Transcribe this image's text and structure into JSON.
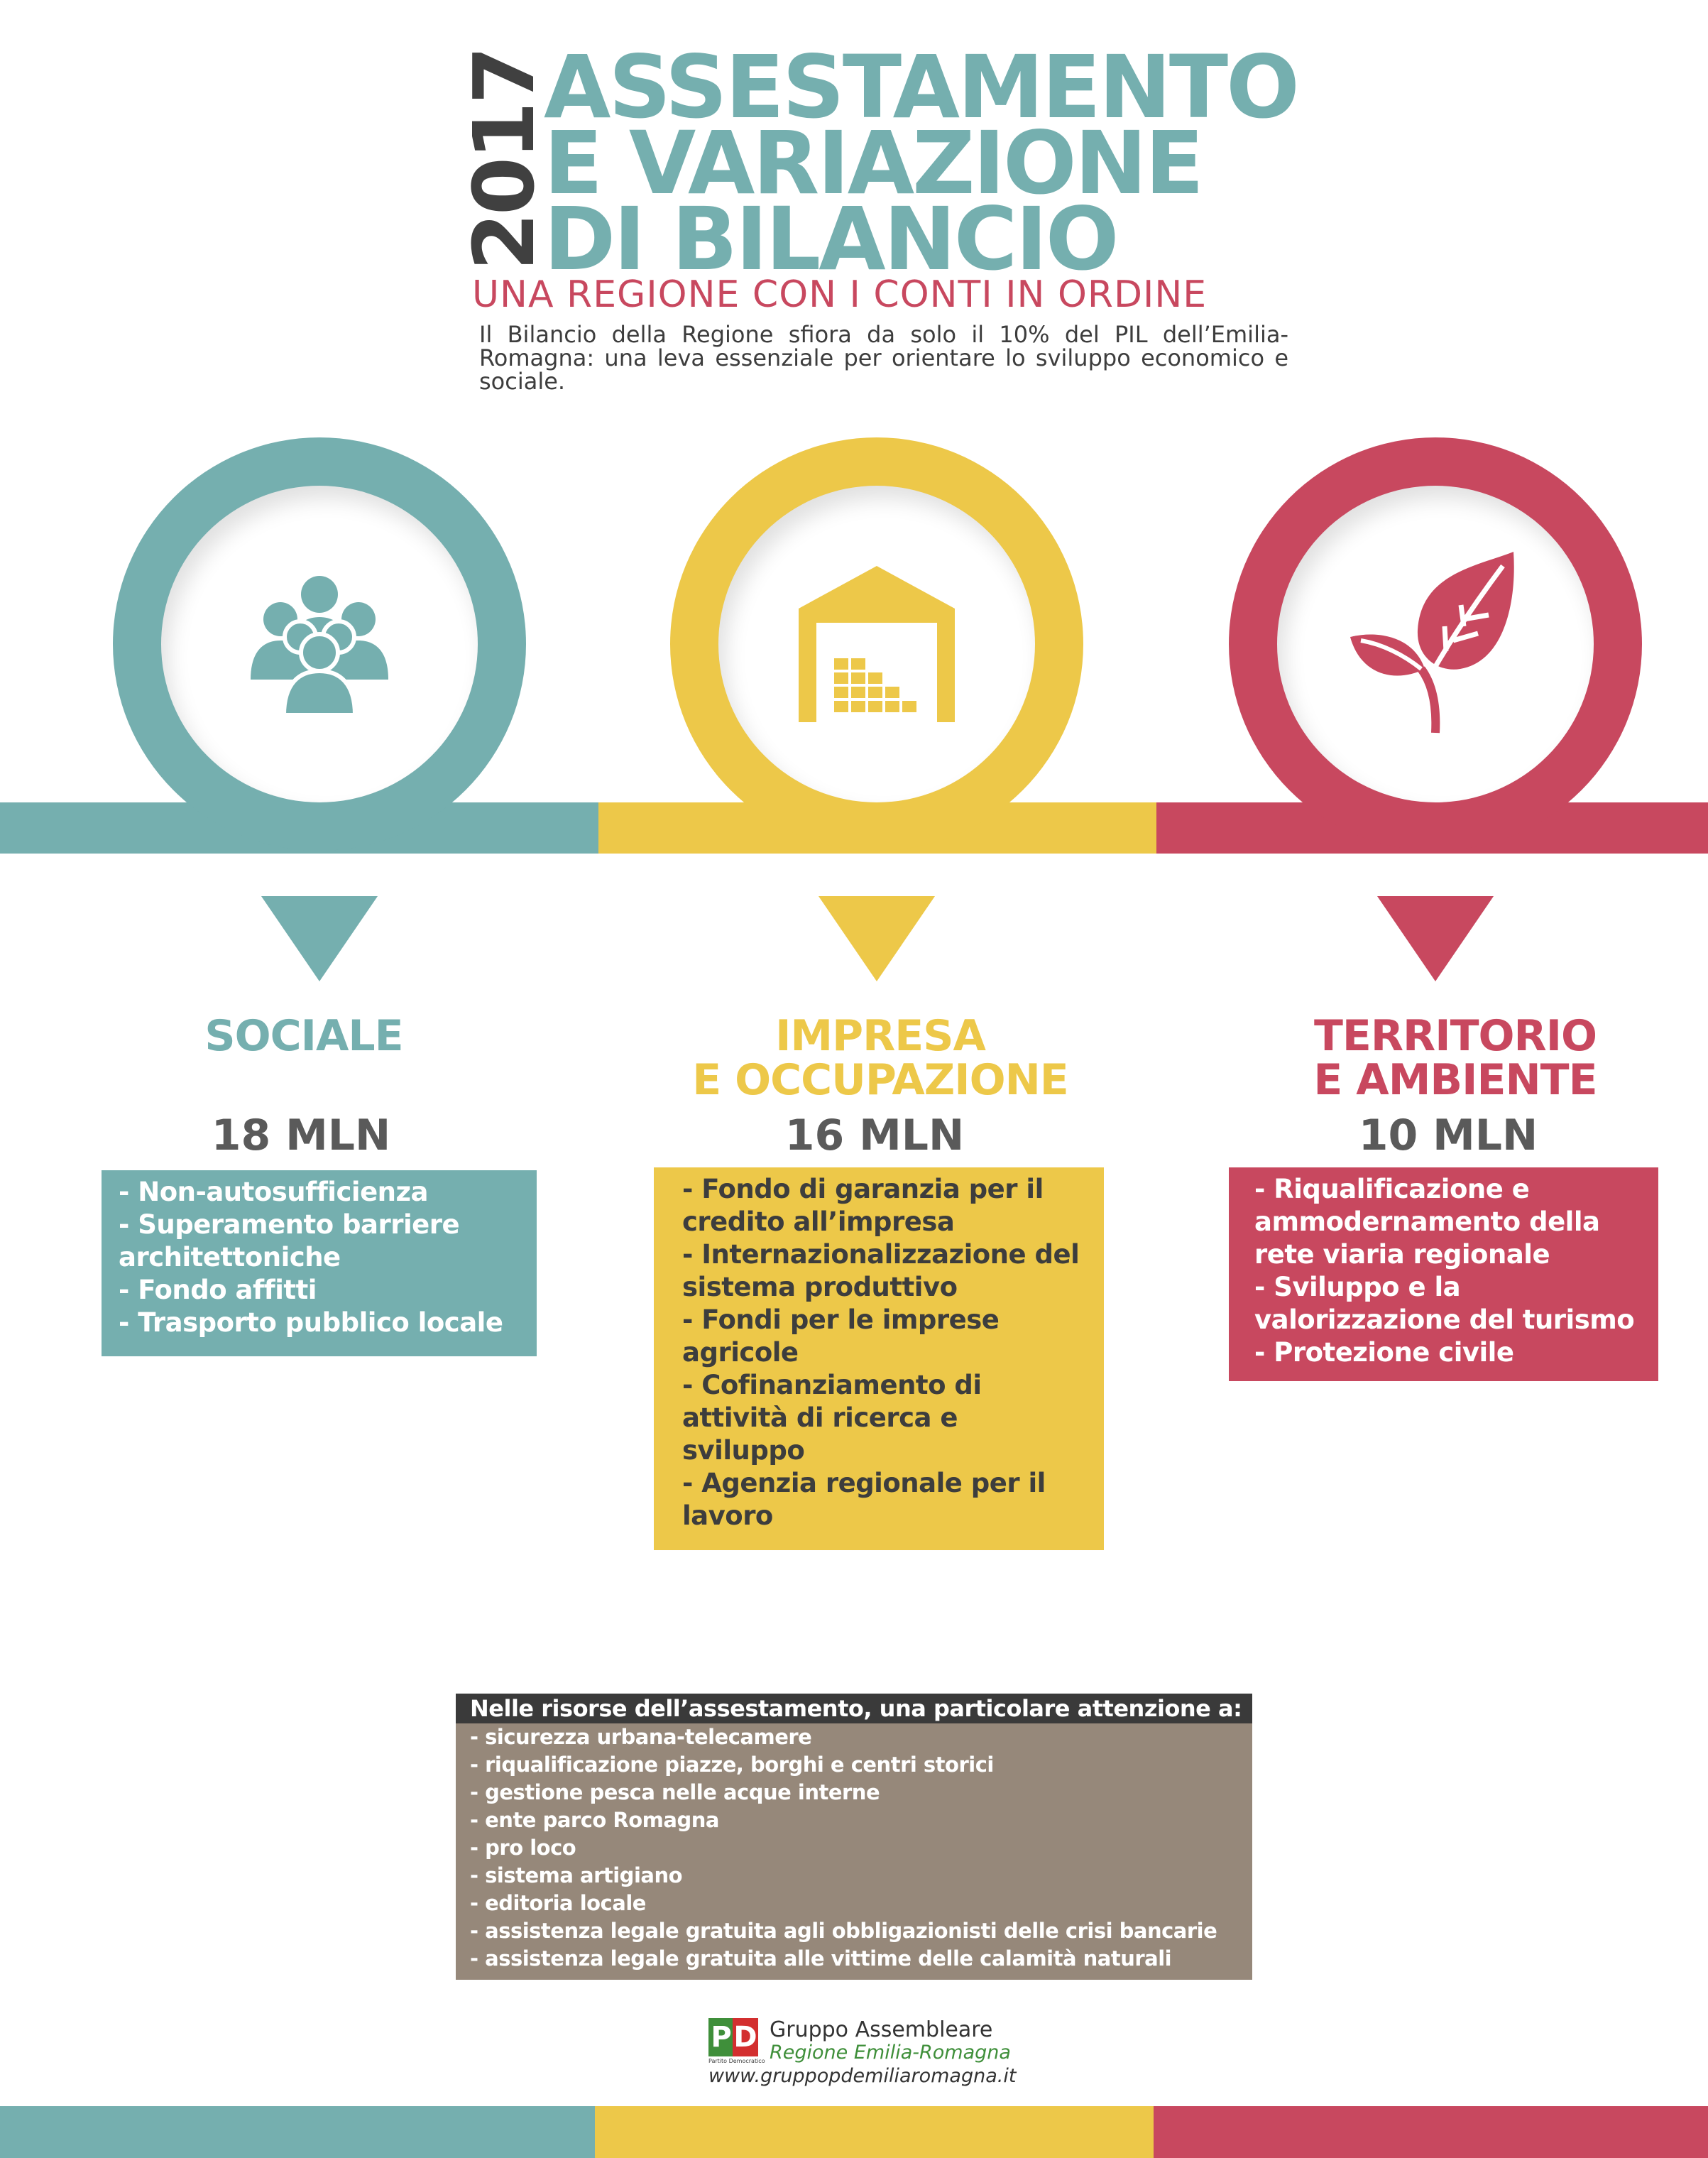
{
  "header": {
    "year": "2017",
    "title_lines": [
      "ASSESTAMENTO",
      "E VARIAZIONE",
      "DI BILANCIO"
    ],
    "subtitle": "UNA REGIONE CON I CONTI IN ORDINE",
    "intro": "Il Bilancio della Regione sfiora da solo il 10% del PIL dell’Emilia-Romagna: una leva essenziale per orientare lo sviluppo economico e sociale."
  },
  "colors": {
    "teal": "#75afaf",
    "yellow": "#edc849",
    "red": "#c8485f",
    "gray": "#96887a",
    "dark": "#3a3a3a"
  },
  "sections": [
    {
      "icon": "people-icon",
      "title": [
        "SOCIALE"
      ],
      "amount": "18 MLN",
      "items": [
        "- Non-autosufficienza",
        "- Superamento barriere architettoniche",
        "- Fondo affitti",
        "- Trasporto pubblico locale"
      ]
    },
    {
      "icon": "warehouse-icon",
      "title": [
        "IMPRESA",
        "E OCCUPAZIONE"
      ],
      "amount": "16 MLN",
      "items": [
        "- Fondo di garanzia per il credito all’impresa",
        "- Internazionalizzazione del sistema produttivo",
        "- Fondi per le imprese agricole",
        "- Cofinanziamento di attività di ricerca e sviluppo",
        "- Agenzia regionale per il lavoro"
      ]
    },
    {
      "icon": "leaf-icon",
      "title": [
        "TERRITORIO",
        "E AMBIENTE"
      ],
      "amount": "10 MLN",
      "items": [
        "- Riqualificazione e ammodernamento della rete viaria regionale",
        "- Sviluppo e la valorizzazione del turismo",
        "- Protezione civile"
      ]
    }
  ],
  "extra": {
    "heading": "Nelle risorse dell’assestamento, una particolare attenzione a:",
    "items": [
      "- sicurezza urbana-telecamere",
      "- riqualificazione piazze, borghi e centri storici",
      "- gestione pesca nelle acque interne",
      "- ente parco Romagna",
      "- pro loco",
      "- sistema artigiano",
      "- editoria locale",
      "- assistenza legale gratuita agli obbligazionisti delle crisi bancarie",
      "- assistenza legale gratuita alle vittime delle calamità naturali"
    ]
  },
  "footer": {
    "logo_text": "PD",
    "logo_caption": "Partito Democratico",
    "group": "Gruppo Assembleare",
    "region": "Regione Emilia-Romagna",
    "website": "www.gruppopdemiliaromagna.it"
  }
}
